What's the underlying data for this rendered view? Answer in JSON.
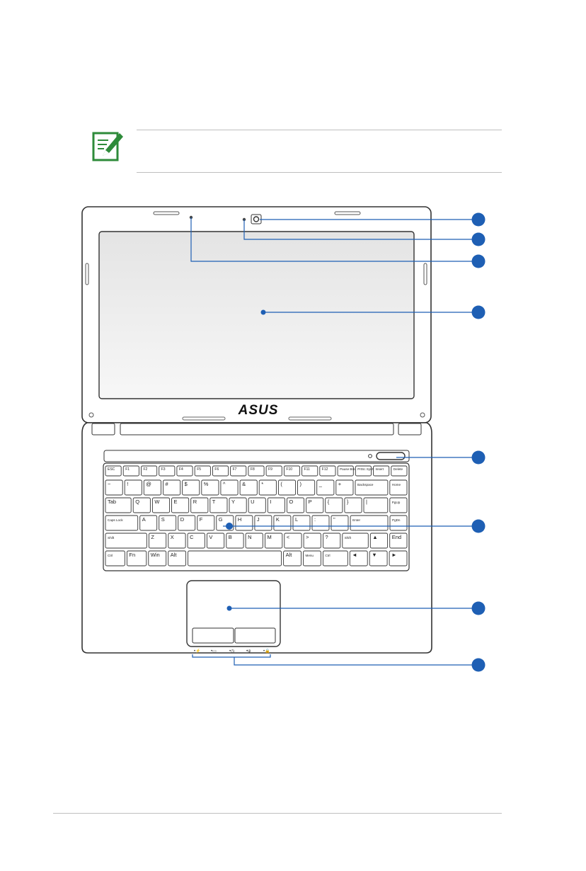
{
  "brand": {
    "logo_text": "ASUS",
    "accent": "#1e5fb4",
    "note_green": "#2e8b3a"
  },
  "note": {
    "icon": "note-pencil-icon",
    "text": ""
  },
  "keyboard": {
    "rows": [
      [
        "ESC",
        "F1",
        "F2",
        "F3",
        "F4",
        "F5",
        "F6",
        "F7",
        "F8",
        "F9",
        "F10",
        "F11",
        "F12",
        "Pause Break",
        "PrtSc SysRq",
        "Insert",
        "Delete"
      ],
      [
        "~",
        "!",
        "@",
        "#",
        "$",
        "%",
        "^",
        "&",
        "*",
        "(",
        ")",
        "_",
        "+",
        "Backspace",
        "Home"
      ],
      [
        "Tab",
        "Q",
        "W",
        "E",
        "R",
        "T",
        "Y",
        "U",
        "I",
        "O",
        "P",
        "{",
        "}",
        "|",
        "PgUp"
      ],
      [
        "Caps Lock",
        "A",
        "S",
        "D",
        "F",
        "G",
        "H",
        "J",
        "K",
        "L",
        ":",
        "\"",
        "Enter",
        "PgDn"
      ],
      [
        "Shift",
        "Z",
        "X",
        "C",
        "V",
        "B",
        "N",
        "M",
        "<",
        ">",
        "?",
        "Shift",
        "▲",
        "End"
      ],
      [
        "Ctrl",
        "Fn",
        "Win",
        "Alt",
        "",
        "Alt",
        "Menu",
        "Ctrl",
        "◄",
        "▼",
        "►"
      ]
    ]
  },
  "callouts": [
    {
      "id": "camera-indicator"
    },
    {
      "id": "camera"
    },
    {
      "id": "microphone"
    },
    {
      "id": "display-panel"
    },
    {
      "id": "power-switch"
    },
    {
      "id": "keyboard"
    },
    {
      "id": "touchpad"
    },
    {
      "id": "status-indicators"
    }
  ]
}
